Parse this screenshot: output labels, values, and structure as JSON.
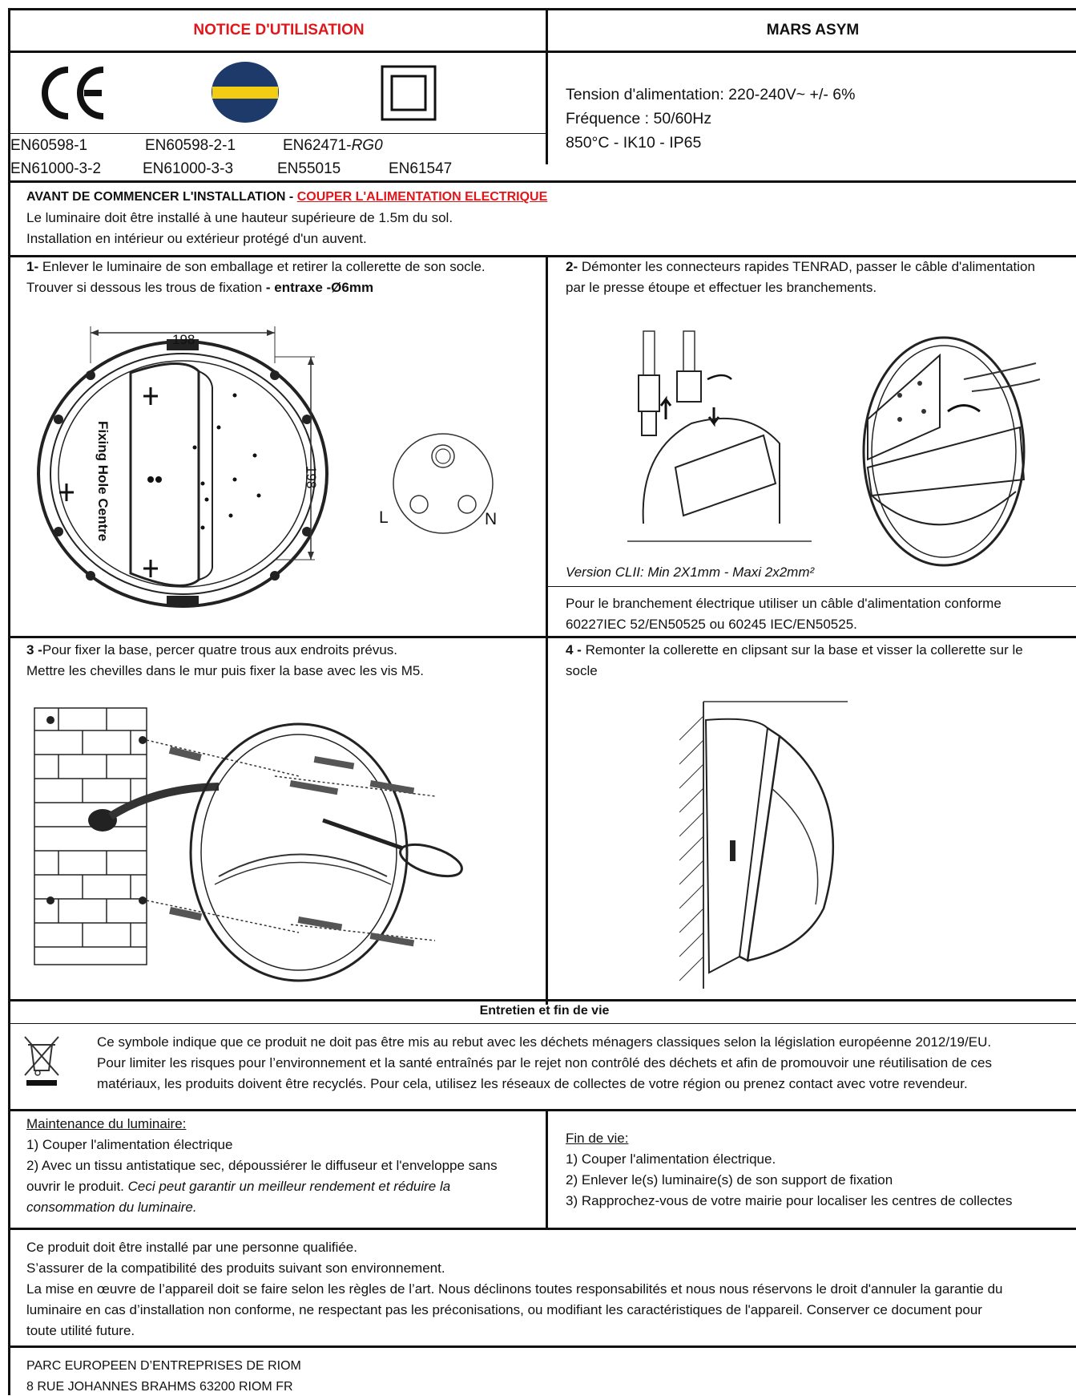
{
  "header": {
    "left_title": "NOTICE D'UTILISATION",
    "right_title": "MARS ASYM"
  },
  "logos": {
    "ce": "CE",
    "energy_mark": "energy-label-logo",
    "class2": "class-ii-square-icon"
  },
  "specs": [
    "Tension d'alimentation: 220-240V~ +/- 6%",
    "Fréquence : 50/60Hz",
    "850°C - IK10 - IP65"
  ],
  "standards": {
    "row1": [
      "EN60598-1",
      "EN60598-2-1",
      "EN62471-"
    ],
    "row1_italic": "RG0",
    "row2": [
      "EN61000-3-2",
      "EN61000-3-3",
      "EN55015",
      "EN61547"
    ]
  },
  "before_install": {
    "label": "AVANT DE COMMENCER L'INSTALLATION - ",
    "warning": "COUPER L'ALIMENTATION ELECTRIQUE",
    "lines": [
      "Le luminaire doit être installé à une hauteur supérieure de 1.5m du sol.",
      "Installation en intérieur ou extérieur protégé d'un auvent."
    ]
  },
  "step1": {
    "num": "1-",
    "line1": " Enlever le luminaire de son emballage et retirer la collerette de son socle.",
    "line2": "Trouver si dessous les trous de fixation ",
    "line2_bold": "- entraxe -Ø6mm",
    "dim_top": "198",
    "dim_side": "198",
    "fixing_label": "Fixing Hole Centre",
    "terminal_l": "L",
    "terminal_n": "N"
  },
  "step2": {
    "num": "2-",
    "line1": " Démonter les connecteurs rapides TENRAD, passer le câble d'alimentation",
    "line2": "par le presse étoupe et effectuer les branchements.",
    "version": "Version CLII: Min 2X1mm - Maxi 2x2mm²",
    "cable_line1": "Pour le branchement électrique utiliser un câble d'alimentation conforme",
    "cable_line2": "60227IEC 52/EN50525 ou 60245 IEC/EN50525."
  },
  "step3": {
    "num": "3 -",
    "line1": "Pour fixer la base, percer quatre trous aux endroits prévus.",
    "line2": "Mettre les chevilles dans le mur puis fixer la base avec les vis M5."
  },
  "step4": {
    "num": "4 -",
    "line1": " Remonter la collerette en clipsant sur la base et visser la collerette sur le",
    "line2": "socle"
  },
  "maintenance": {
    "title": "Entretien et fin de vie",
    "weee": [
      "Ce symbole indique que ce produit ne doit pas être mis au rebut avec les déchets ménagers classiques selon la législation européenne 2012/19/EU.",
      "Pour limiter les risques pour l’environnement et la santé entraînés par le rejet non contrôlé des déchets et afin de promouvoir une réutilisation de ces",
      "matériaux, les produits doivent être recyclés. Pour cela, utilisez les réseaux de collectes de votre région ou prenez contact avec votre revendeur."
    ],
    "luminaire_title": "Maintenance du luminaire:",
    "luminaire_items": [
      "1) Couper l'alimentation électrique",
      "2) Avec un tissu antistatique sec, dépoussiérer le diffuseur et l'enveloppe sans",
      "ouvrir le produit. "
    ],
    "luminaire_italic1": "Ceci peut garantir un meilleur rendement et réduire la",
    "luminaire_italic2": "consommation du luminaire.",
    "end_title": "Fin de vie:",
    "end_items": [
      "1) Couper l'alimentation électrique.",
      "2) Enlever le(s) luminaire(s) de son support de fixation",
      "3) Rapprochez-vous de votre mairie pour localiser les centres de collectes"
    ]
  },
  "notice": [
    "Ce produit doit être installé par une personne qualifiée.",
    "S’assurer de la compatibilité des produits suivant son environnement.",
    "La mise en œuvre de l’appareil doit se faire selon les règles de l’art. Nous déclinons toutes responsabilités et nous nous réservons le droit d'annuler la garantie du",
    "luminaire en cas d’installation non conforme, ne respectant pas les préconisations, ou modifiant les caractéristiques de l'appareil. Conserver ce document pour",
    "toute utilité future."
  ],
  "address": [
    "PARC EUROPEEN D’ENTREPRISES DE RIOM",
    "8 RUE JOHANNES BRAHMS 63200 RIOM FR"
  ]
}
